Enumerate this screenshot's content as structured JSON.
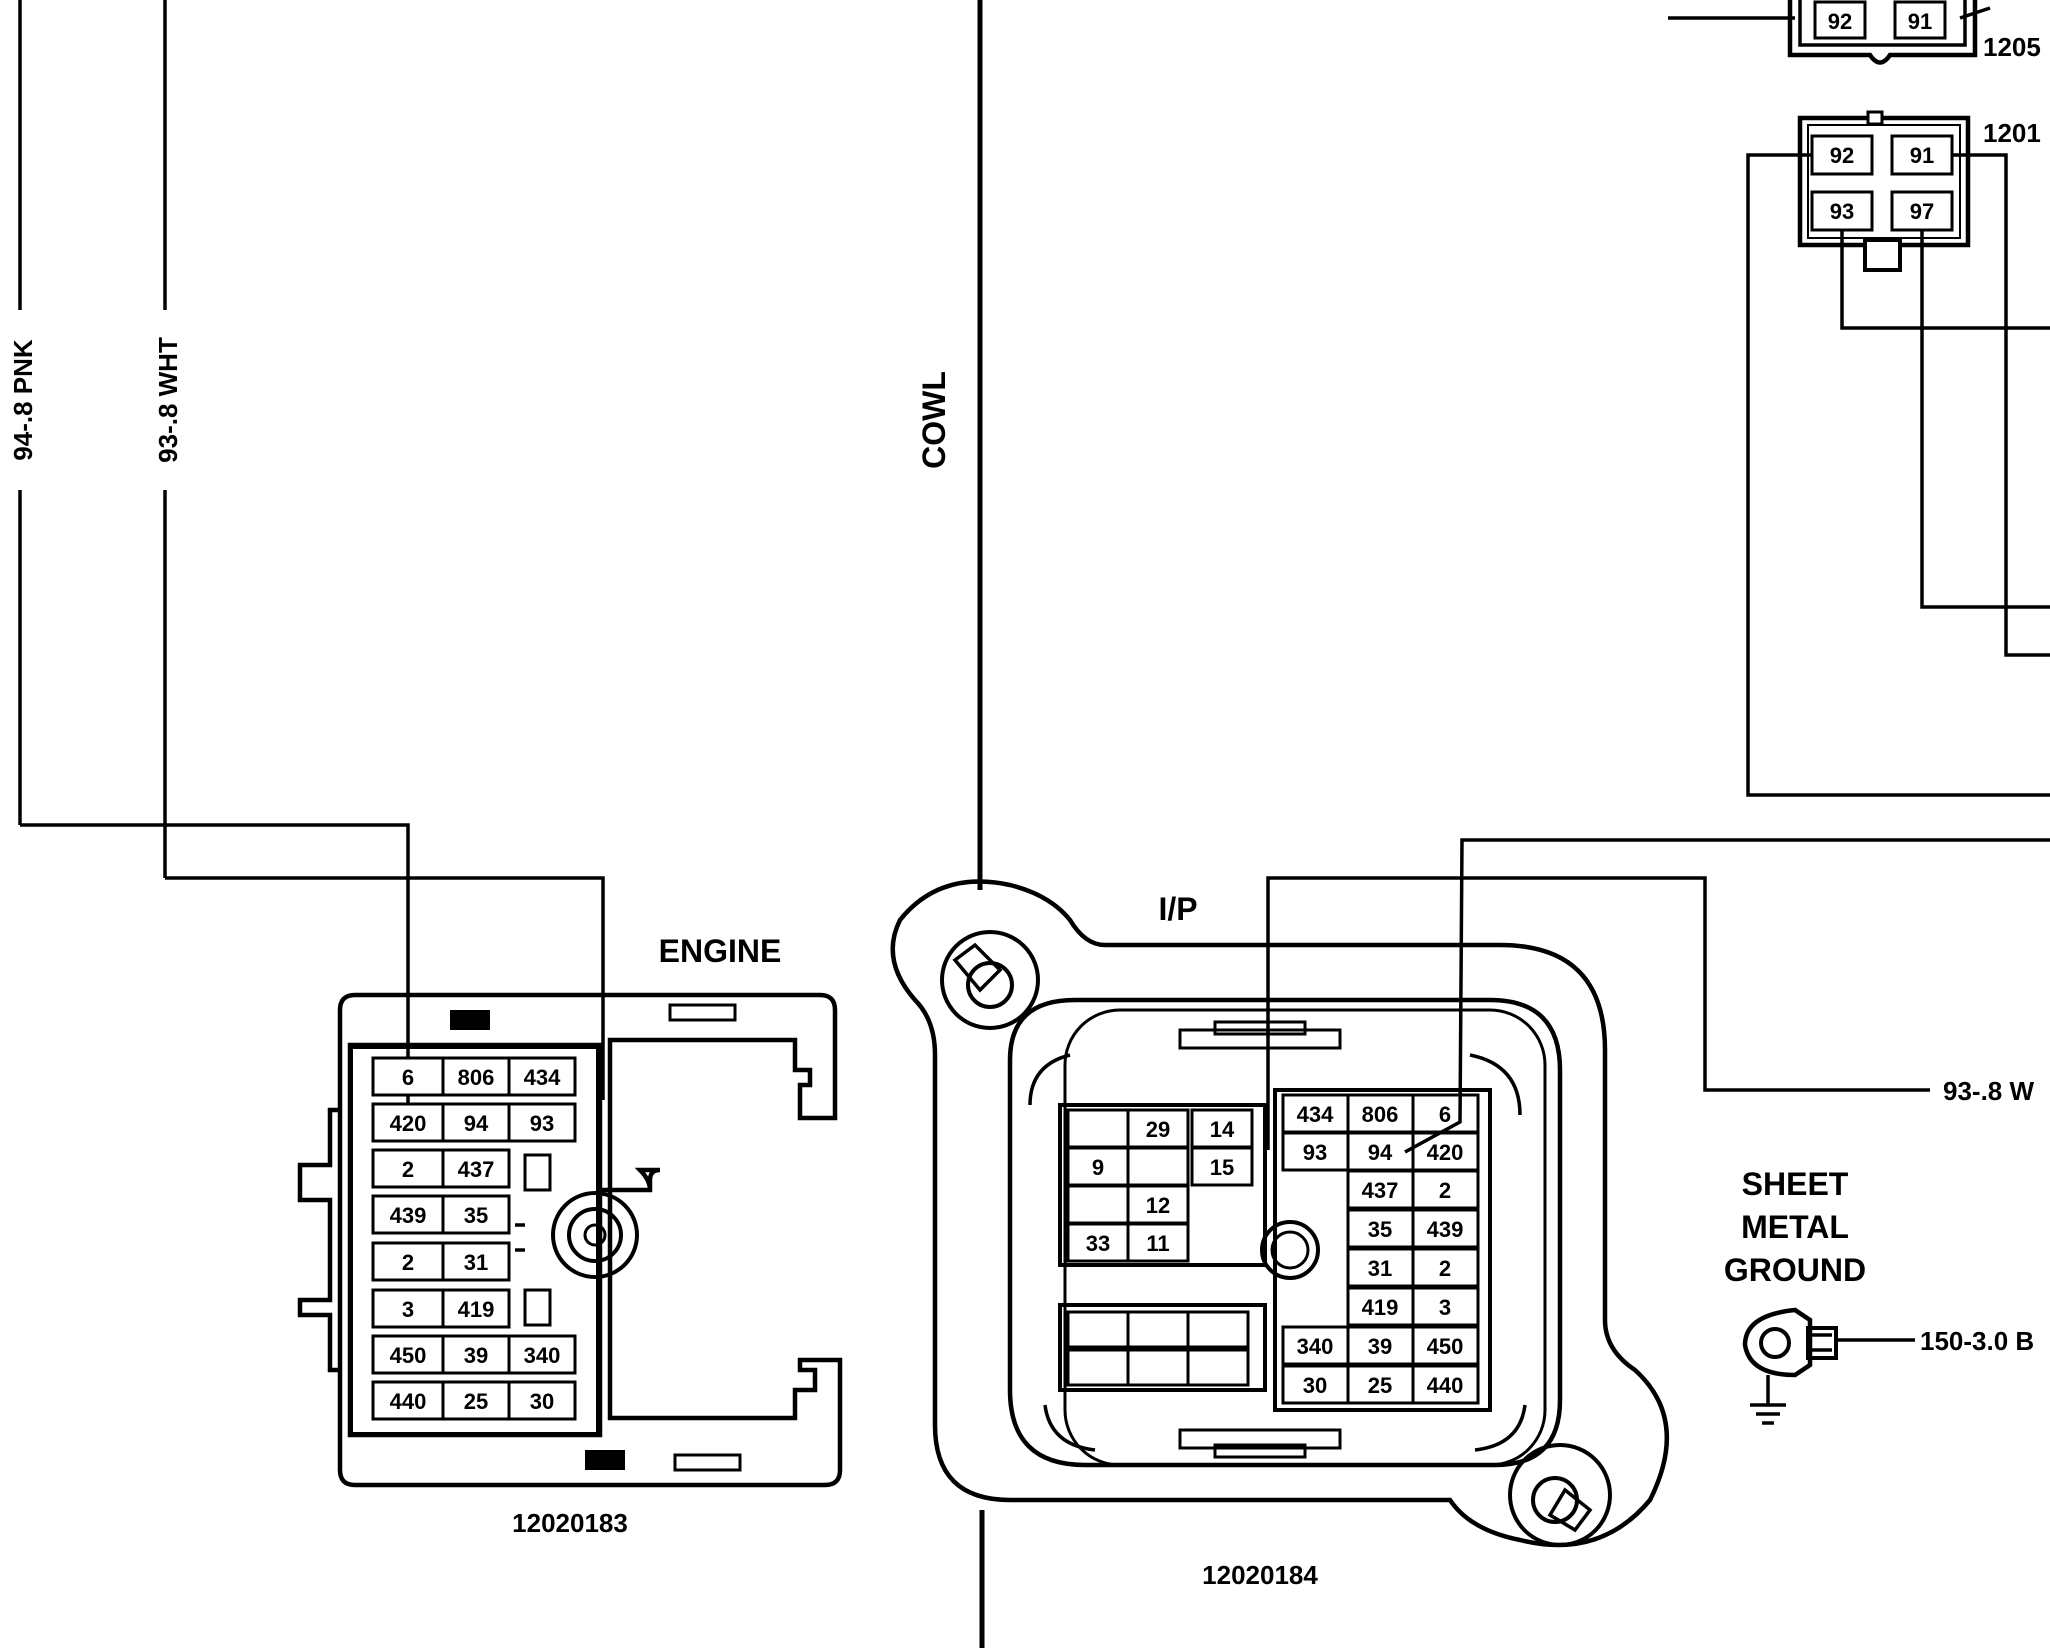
{
  "wire_labels": {
    "pnk_wire": "94-.8 PNK",
    "wht_wire": "93-.8 WHT",
    "wht_right": "93-.8 W",
    "ground_wire": "150-3.0 B"
  },
  "cowl_label": "COWL",
  "engine_connector": {
    "title": "ENGINE",
    "part_number": "12020183",
    "rows": [
      [
        "6",
        "806",
        "434"
      ],
      [
        "420",
        "94",
        "93"
      ],
      [
        "2",
        "437"
      ],
      [
        "439",
        "35"
      ],
      [
        "2",
        "31"
      ],
      [
        "3",
        "419"
      ],
      [
        "450",
        "39",
        "340"
      ],
      [
        "440",
        "25",
        "30"
      ]
    ]
  },
  "ip_connector": {
    "title": "I/P",
    "part_number": "12020184",
    "right_rows": [
      [
        "434",
        "806",
        "6"
      ],
      [
        "93",
        "94",
        "420"
      ],
      [
        "437",
        "2"
      ],
      [
        "35",
        "439"
      ],
      [
        "31",
        "2"
      ],
      [
        "419",
        "3"
      ],
      [
        "340",
        "39",
        "450"
      ],
      [
        "30",
        "25",
        "440"
      ]
    ],
    "left_cells": [
      "29",
      "14",
      "9",
      "15",
      "12",
      "33",
      "11"
    ]
  },
  "top_connector_a": {
    "part_number": "1205",
    "pins": [
      "92",
      "91"
    ]
  },
  "top_connector_b": {
    "part_number": "1201",
    "pins": [
      "92",
      "91",
      "93",
      "97"
    ]
  },
  "ground": {
    "label_line1": "SHEET",
    "label_line2": "METAL",
    "label_line3": "GROUND"
  }
}
